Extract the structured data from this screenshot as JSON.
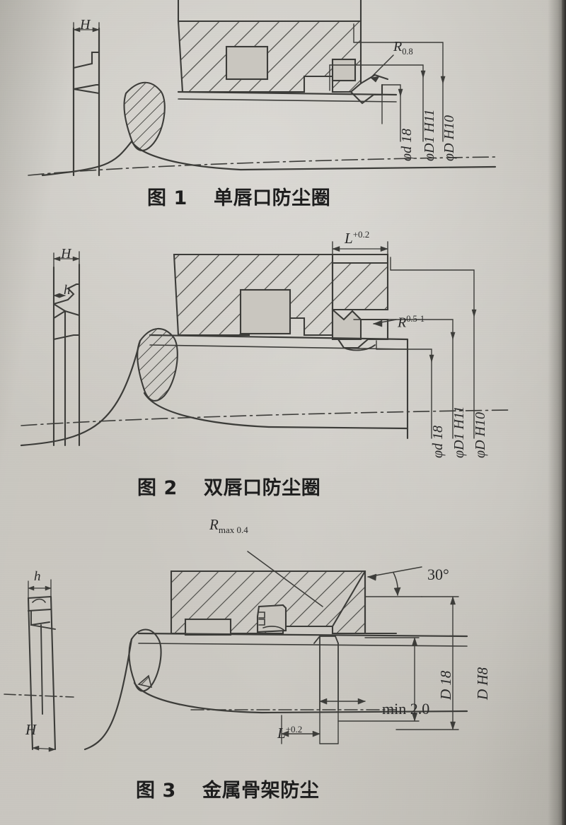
{
  "document": {
    "type": "technical-drawing-page",
    "language": "zh-CN",
    "paper_color": "#c9c6bf",
    "ink_color": "#3a3a38"
  },
  "figures": [
    {
      "id": "fig1",
      "caption_number": "图 1",
      "caption_title": "单唇口防尘圈",
      "caption_full": "图 1　单唇口防尘圈",
      "description": "Single-lip dust seal ring cross-section with housing groove",
      "labels": {
        "profile_width": "H",
        "radius_note": "R",
        "radius_value": "0.8",
        "dim_shaft": "φd 18",
        "dim_bore_small": "φD1 H11",
        "dim_bore_large": "φD H10"
      }
    },
    {
      "id": "fig2",
      "caption_number": "图 2",
      "caption_title": "双唇口防尘圈",
      "caption_full": "图 2　双唇口防尘圈",
      "description": "Double-lip dust seal ring cross-section with housing groove",
      "labels": {
        "profile_width": "H",
        "profile_lip": "h",
        "groove_length": "L",
        "groove_tol": "+0.2",
        "radius_note": "R",
        "radius_value": "0.5-1",
        "dim_shaft": "φd 18",
        "dim_bore_small": "φD1 H11",
        "dim_bore_large": "φD H10"
      }
    },
    {
      "id": "fig3",
      "caption_number": "图 3",
      "caption_title": "金属骨架防尘",
      "caption_full": "图 3　金属骨架防尘",
      "description": "Metal-framed dust seal cross-section with chamfered bore",
      "labels": {
        "profile_lip": "h",
        "profile_width": "H",
        "radius_note": "R",
        "radius_sub": "max 0.4",
        "chamfer_angle": "30°",
        "min_depth": "min 2.0",
        "groove_length": "L",
        "groove_tol": "+0.2",
        "dim_bore_nominal": "D 18",
        "dim_bore_fit": "D H8"
      }
    }
  ]
}
